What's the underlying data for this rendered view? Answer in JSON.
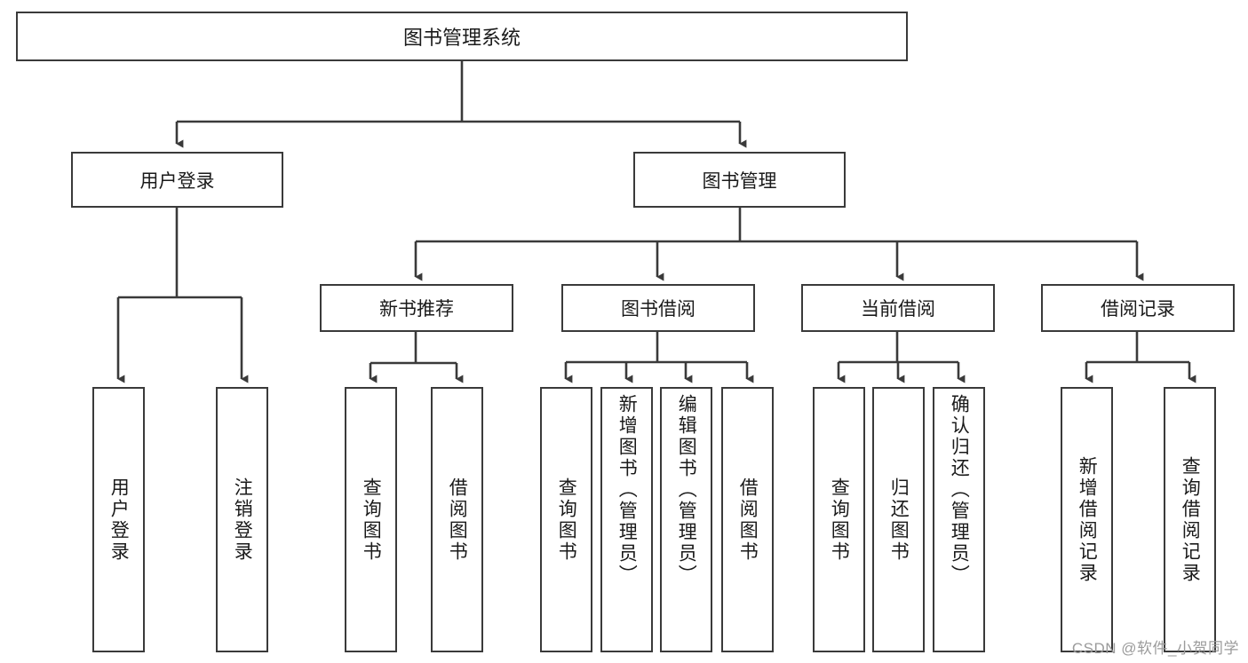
{
  "diagram": {
    "title": "图书管理系统",
    "type": "tree",
    "stroke_color": "#3a3a3a",
    "background_color": "#ffffff",
    "nodes": {
      "root": {
        "label": "图书管理系统"
      },
      "level2": [
        {
          "id": "user-login",
          "label": "用户登录"
        },
        {
          "id": "book-management",
          "label": "图书管理"
        }
      ],
      "level3": [
        {
          "id": "new-book-recommend",
          "label": "新书推荐"
        },
        {
          "id": "book-borrow",
          "label": "图书借阅"
        },
        {
          "id": "current-borrow",
          "label": "当前借阅"
        },
        {
          "id": "borrow-record",
          "label": "借阅记录"
        }
      ],
      "leaves": {
        "user_login": [
          {
            "id": "leaf-user-login",
            "label": "用户登录"
          },
          {
            "id": "leaf-logout-login",
            "label": "注销登录"
          }
        ],
        "new_book_recommend": [
          {
            "id": "leaf-query-book-1",
            "label": "查询图书"
          },
          {
            "id": "leaf-borrow-book-1",
            "label": "借阅图书"
          }
        ],
        "book_borrow": [
          {
            "id": "leaf-query-book-2",
            "label": "查询图书"
          },
          {
            "id": "leaf-add-book",
            "label": "新增图书（管理员）"
          },
          {
            "id": "leaf-edit-book",
            "label": "编辑图书（管理员）"
          },
          {
            "id": "leaf-borrow-book-2",
            "label": "借阅图书"
          }
        ],
        "current_borrow": [
          {
            "id": "leaf-query-book-3",
            "label": "查询图书"
          },
          {
            "id": "leaf-return-book",
            "label": "归还图书"
          },
          {
            "id": "leaf-confirm-return",
            "label": "确认归还（管理员）"
          }
        ],
        "borrow_record": [
          {
            "id": "leaf-add-record",
            "label": "新增借阅记录"
          },
          {
            "id": "leaf-query-record",
            "label": "查询借阅记录"
          }
        ]
      }
    }
  },
  "watermark": {
    "text": "CSDN @软件_小贺同学"
  }
}
